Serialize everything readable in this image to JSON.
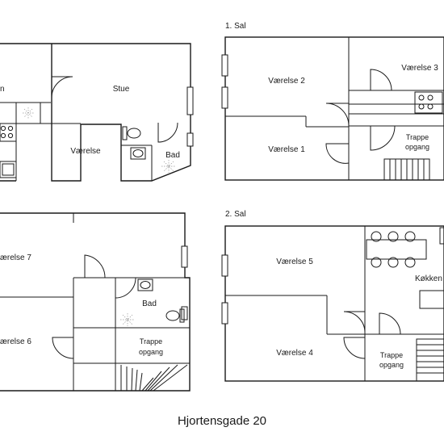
{
  "address": "Hjortensgade 20",
  "floors": {
    "stue": {
      "rooms": {
        "kitchen_partial": "n",
        "stue": "Stue",
        "vaerelse": "Værelse",
        "bad": "Bad"
      }
    },
    "first": {
      "label": "1. Sal",
      "rooms": {
        "vaerelse2": "Værelse 2",
        "vaerelse3": "Værelse 3",
        "vaerelse1": "Værelse 1",
        "trappe_line1": "Trappe",
        "trappe_line2": "opgang"
      }
    },
    "basement": {
      "rooms": {
        "vaerelse7": "ærelse 7",
        "vaerelse6": "ærelse 6",
        "bad": "Bad",
        "trappe_line1": "Trappe",
        "trappe_line2": "opgang"
      }
    },
    "second": {
      "label": "2. Sal",
      "rooms": {
        "vaerelse5": "Værelse 5",
        "vaerelse4": "Værelse 4",
        "koekken": "Køkken",
        "trappe_line1": "Trappe",
        "trappe_line2": "opgang"
      }
    }
  }
}
